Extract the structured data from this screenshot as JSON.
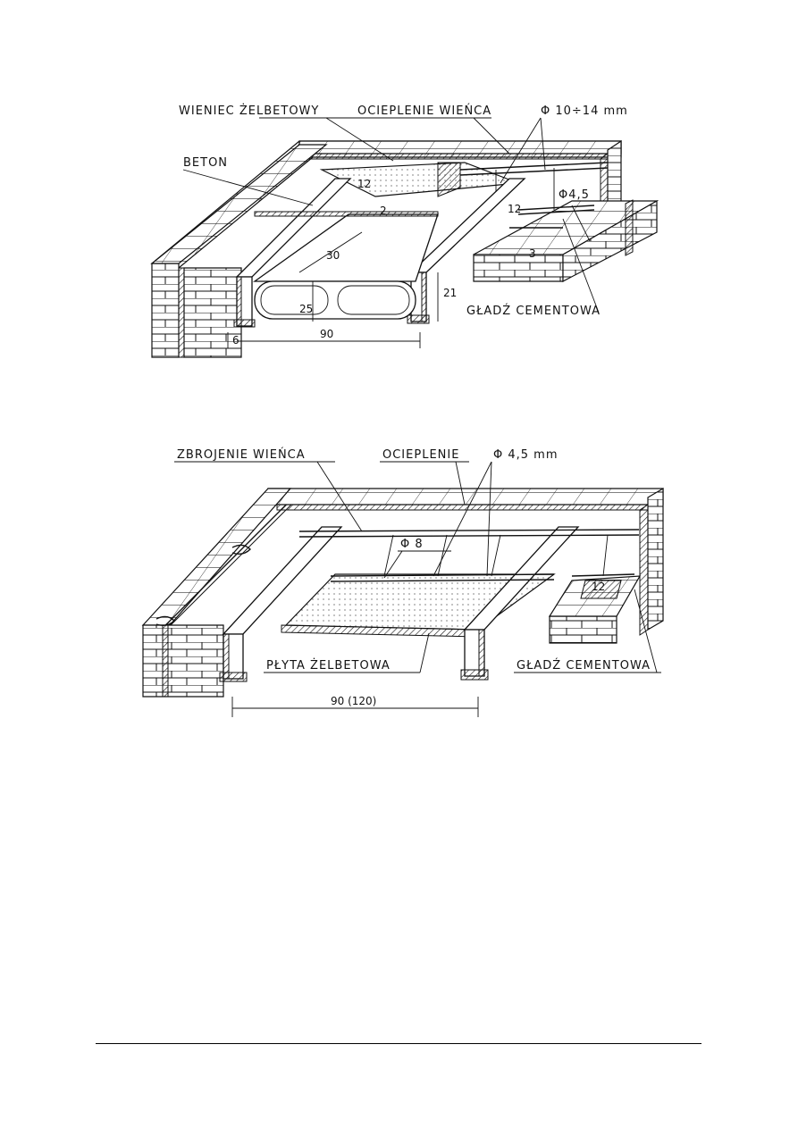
{
  "figure1": {
    "labels": {
      "wieniec": "WIENIEC ŻELBETOWY",
      "ocieplenie": "OCIEPLENIE WIEŃCA",
      "phi_top": "Φ 10÷14 mm",
      "beton": "BETON",
      "phi45": "Φ4,5",
      "gladz": "GŁADŹ CEMENTOWA"
    },
    "dims": {
      "d12a": "12",
      "d12b": "12",
      "d2": "2",
      "d30": "30",
      "d25": "25",
      "d21": "21",
      "d3": "3",
      "d6": "6",
      "d90": "90"
    }
  },
  "figure2": {
    "labels": {
      "zbrojenie": "ZBROJENIE WIEŃCA",
      "ocieplenie": "OCIEPLENIE",
      "phi45": "Φ 4,5 mm",
      "phi8": "Φ 8",
      "plyta": "PŁYTA ŻELBETOWA",
      "gladz": "GŁADŹ CEMENTOWA"
    },
    "dims": {
      "d12": "12",
      "d90": "90 (120)"
    }
  }
}
